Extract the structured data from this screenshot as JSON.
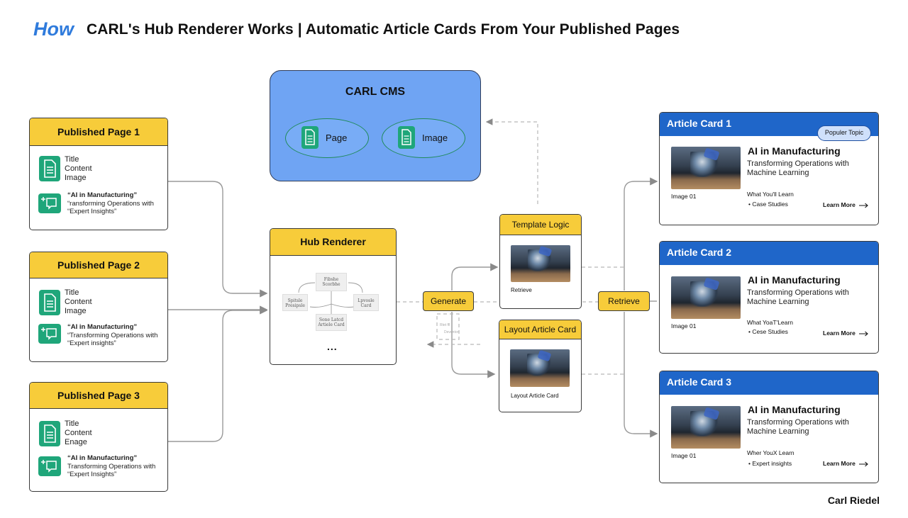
{
  "title": {
    "prefix": "How",
    "main": "CARL's Hub Renderer Works | Automatic Article Cards From Your Published Pages"
  },
  "cms": {
    "title": "CARL CMS",
    "items": [
      "Page",
      "Image"
    ]
  },
  "published_pages": [
    {
      "title": "Published Page 1",
      "fields": [
        "Title",
        "Content",
        "Image"
      ],
      "quote": [
        "“AI in Manufacturing”",
        "“ransforming Operations with",
        "“Expert Insights”"
      ]
    },
    {
      "title": "Published Page 2",
      "fields": [
        "Title",
        "Content",
        "Image"
      ],
      "quote": [
        "“AI in Manufacturing”",
        "“Transforming Operations with",
        "“Expert insights”"
      ]
    },
    {
      "title": "Published Page 3",
      "fields": [
        "Title",
        "Content",
        "Enage"
      ],
      "quote": [
        "“AI in Manufacturing”",
        "Transforming Operations with",
        "“Expert Insights”"
      ]
    }
  ],
  "hub": {
    "title": "Hub Renderer",
    "nodes": [
      "Fibshe Scorbhe",
      "Spitsle Presipsle",
      "Lpvosle Card",
      "Sone Latcd Artiele Card"
    ],
    "ellipsis": "...",
    "faint": [
      "Rtet ffl",
      "Deventor"
    ]
  },
  "tags": {
    "generate": "Generate",
    "retrieve": "Retrieve"
  },
  "template_logic": {
    "title": "Template Logic",
    "caption": "Retrieve"
  },
  "layout_card": {
    "title": "Layout Article Card",
    "caption": "Layout Article Card"
  },
  "article_cards": [
    {
      "header": "Article Card 1",
      "badge": "Populer Topic",
      "title": "AI in Manufacturing",
      "subtitle": [
        "Transforming Operations with",
        "Machine Learning"
      ],
      "image_label": "Image 01",
      "learn_heading": "What You'll Learn",
      "bullet": "• Case Studies",
      "cta": "Learn More"
    },
    {
      "header": "Article Card 2",
      "badge": "",
      "title": "AI in Manufacturing",
      "subtitle": [
        "Transforming Operations with",
        "Machine Learning"
      ],
      "image_label": "Image 01",
      "learn_heading": "What YoaT'Learn",
      "bullet": "• Cese Studies",
      "cta": "Learn More"
    },
    {
      "header": "Article Card 3",
      "badge": "",
      "title": "AI in Manufacturing",
      "subtitle": [
        "Transforming Operations with",
        "Machine Learning"
      ],
      "image_label": "Image 01",
      "learn_heading": "Wher YouX Learn",
      "bullet": "• Expert insights",
      "cta": "Learn More"
    }
  ],
  "author": "Carl Riedel",
  "colors": {
    "yellow": "#f7cc3a",
    "blue": "#1f66c9",
    "cms_blue": "#6fa4f3",
    "green": "#1fa67a"
  },
  "icons": {
    "document": "document-icon",
    "comment": "comment-icon",
    "arrow": "arrow-right-icon"
  }
}
